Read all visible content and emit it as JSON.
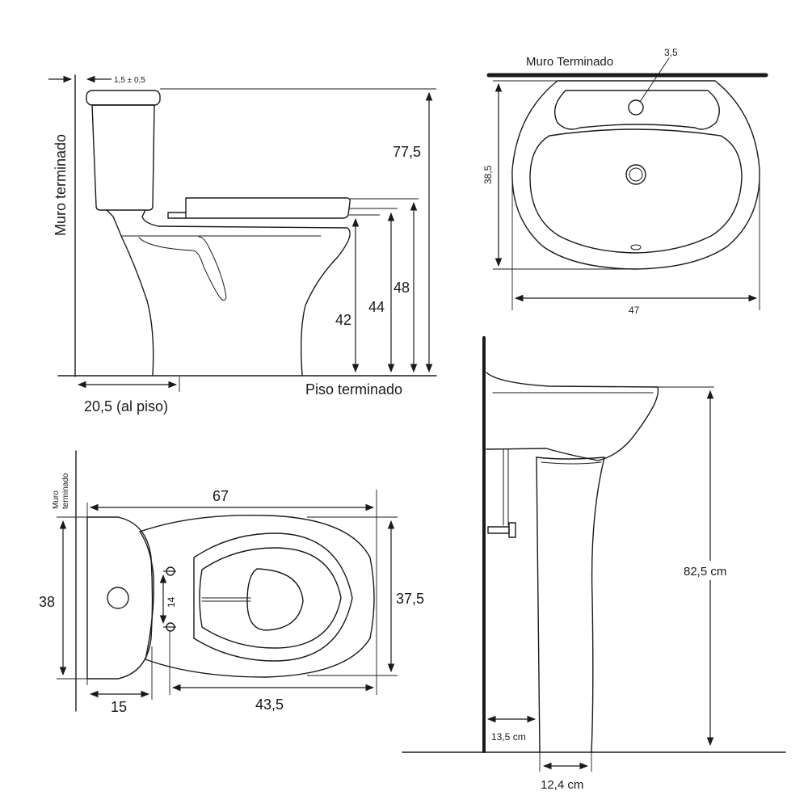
{
  "side_toilet": {
    "wall_label": "Muro terminado",
    "tolerance": "1,5 ± 0,5",
    "height_total": "77,5",
    "height_48": "48",
    "height_44": "44",
    "height_42": "42",
    "floor_label": "Piso terminado",
    "floor_distance": "20,5 (al piso)"
  },
  "top_toilet": {
    "wall_label_1": "Muro",
    "wall_label_2": "terminado",
    "length": "67",
    "width_tank": "38",
    "width_bowl": "37,5",
    "bolt_spacing": "14",
    "tank_depth": "15",
    "bowl_length": "43,5"
  },
  "top_sink": {
    "wall_label": "Muro Terminado",
    "tap_hole": "3,5",
    "depth": "38,5",
    "width": "47"
  },
  "side_sink": {
    "height": "82,5 cm",
    "pedestal_offset": "13,5 cm",
    "pedestal_base": "12,4 cm"
  }
}
